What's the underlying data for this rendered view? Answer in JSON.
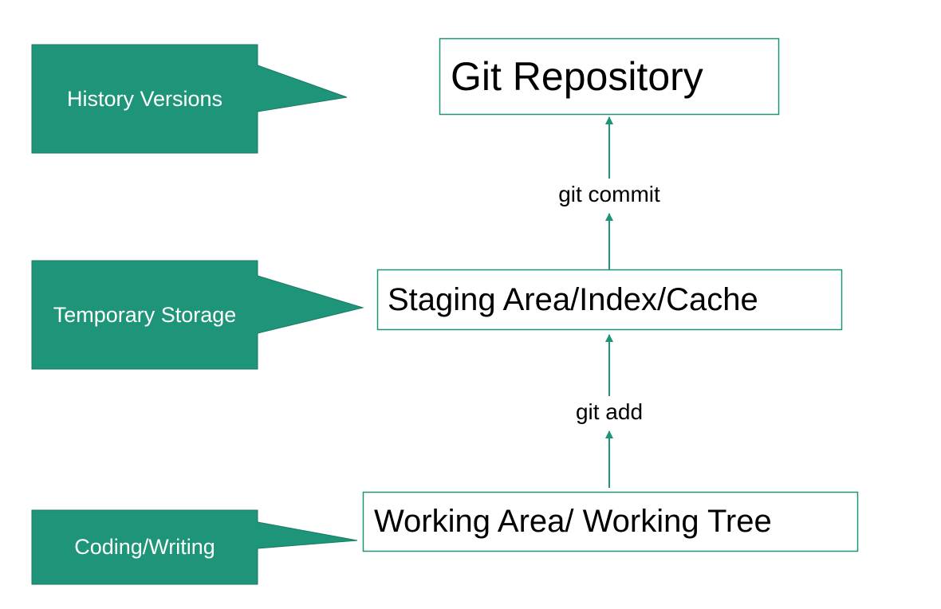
{
  "diagram": {
    "colors": {
      "accent": "#1e9478",
      "box_border": "#1e9478",
      "callout_text": "#ffffff",
      "box_text": "#000000"
    },
    "stages": [
      {
        "id": "repository",
        "label": "Git Repository"
      },
      {
        "id": "staging",
        "label": "Staging Area/Index/Cache"
      },
      {
        "id": "working",
        "label": "Working Area/ Working Tree"
      }
    ],
    "callouts": [
      {
        "points_to": "repository",
        "label": "History Versions"
      },
      {
        "points_to": "staging",
        "label": "Temporary Storage"
      },
      {
        "points_to": "working",
        "label": "Coding/Writing"
      }
    ],
    "transitions": [
      {
        "from": "staging",
        "to": "repository",
        "label": "git commit"
      },
      {
        "from": "working",
        "to": "staging",
        "label": "git add"
      }
    ]
  }
}
